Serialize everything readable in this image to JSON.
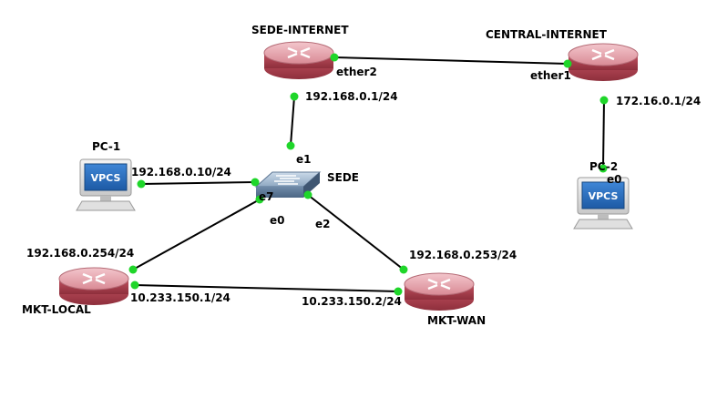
{
  "devices": {
    "sede_internet": {
      "name": "SEDE-INTERNET",
      "type": "router-icon"
    },
    "central_internet": {
      "name": "CENTRAL-INTERNET",
      "type": "router-icon"
    },
    "sede": {
      "name": "SEDE",
      "type": "switch-icon"
    },
    "pc1": {
      "name": "PC-1",
      "type": "vpcs-icon",
      "badge": "VPCS"
    },
    "pc2": {
      "name": "PC-2",
      "type": "vpcs-icon",
      "badge": "VPCS"
    },
    "mkt_local": {
      "name": "MKT-LOCAL",
      "type": "router-icon"
    },
    "mkt_wan": {
      "name": "MKT-WAN",
      "type": "router-icon"
    }
  },
  "links": [
    {
      "id": "sedeinet-central",
      "a_label": "ether2",
      "b_label": "ether1"
    },
    {
      "id": "sedeinet-sede",
      "a_label": "192.168.0.1/24",
      "b_label": "e1"
    },
    {
      "id": "central-pc2",
      "a_label": "172.16.0.1/24",
      "b_label": "e0"
    },
    {
      "id": "pc1-sede",
      "a_label": "192.168.0.10/24",
      "b_label": "e7"
    },
    {
      "id": "sede-mktlocal",
      "a_label": "e0",
      "b_label": "192.168.0.254/24"
    },
    {
      "id": "sede-mktwan",
      "a_label": "e2",
      "b_label": "192.168.0.253/24"
    },
    {
      "id": "mktlocal-mktwan",
      "a_label": "10.233.150.1/24",
      "b_label": "10.233.150.2/24"
    }
  ],
  "colors": {
    "link": "#000000",
    "port": "#1fd62a",
    "router_top": "#e8a4ad",
    "router_body": "#c9505e",
    "switch": "#8aa6c4",
    "vpcs": "#2c6ec0"
  }
}
